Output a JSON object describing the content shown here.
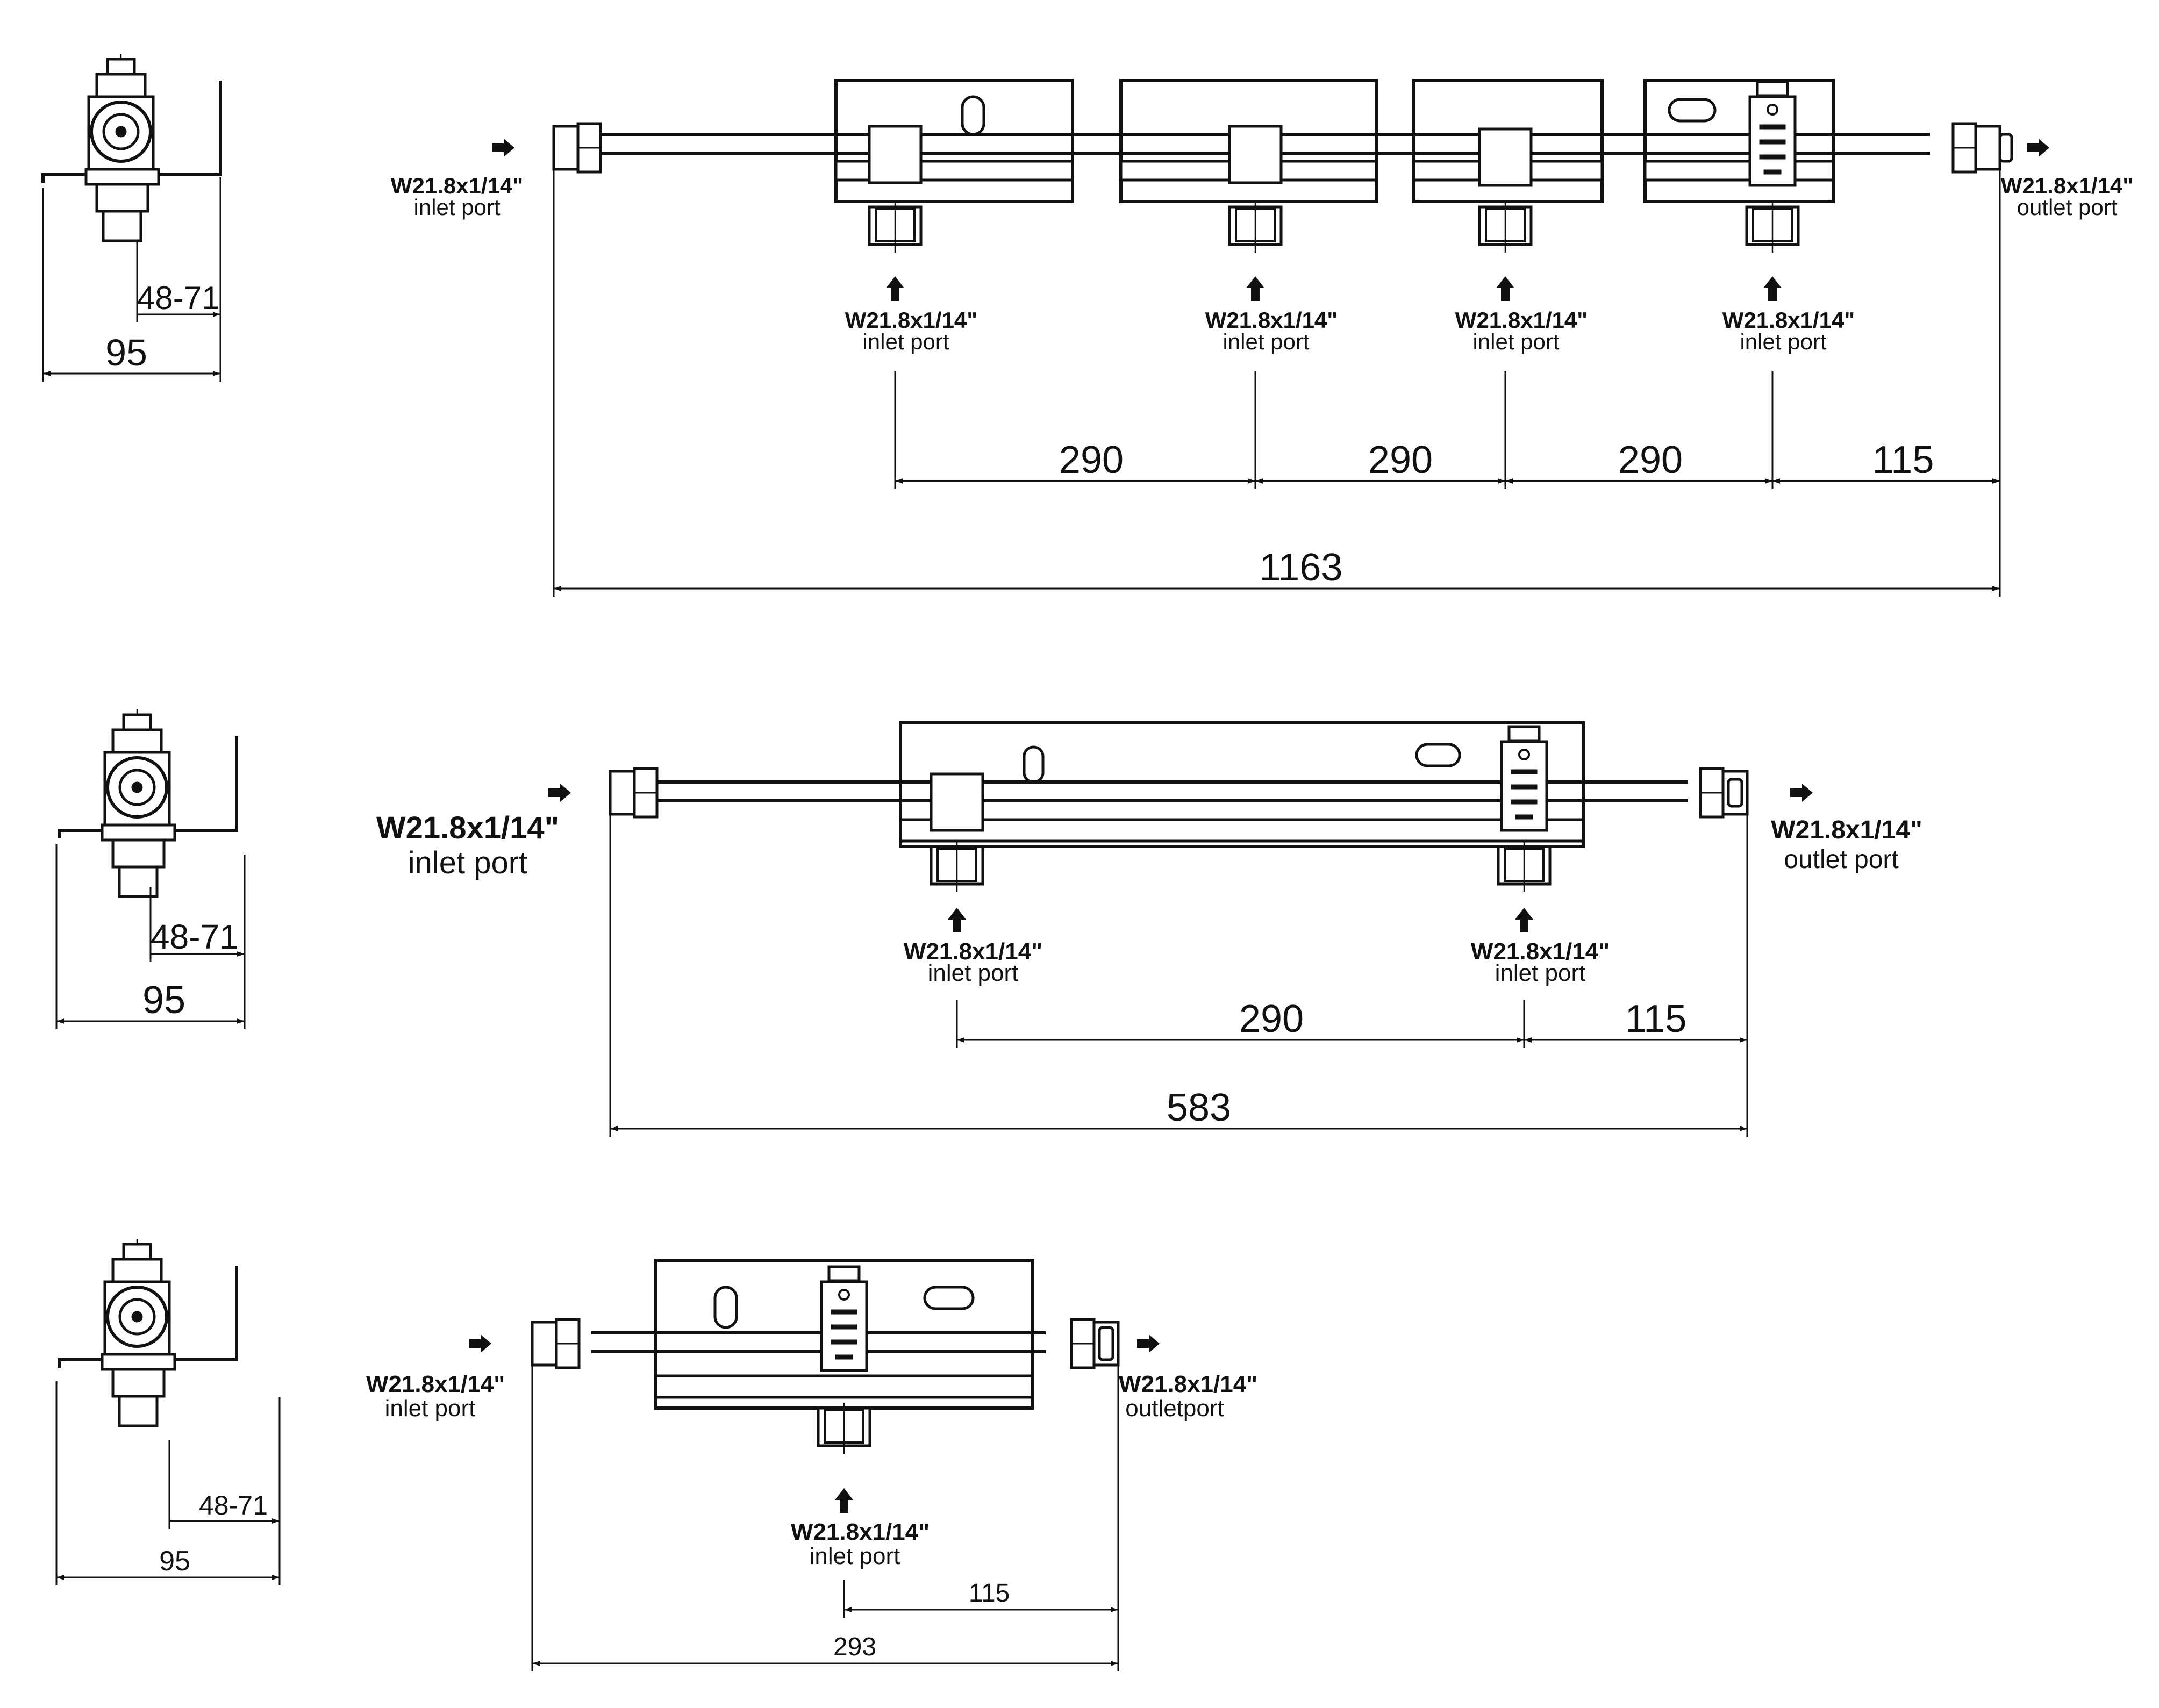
{
  "colors": {
    "line": "#111111",
    "background": "#ffffff"
  },
  "views": [
    {
      "id": "four_station",
      "side": {
        "width": "95",
        "range": "48-71"
      },
      "left_port": {
        "spec": "W21.8x1/14\"",
        "name": "inlet port"
      },
      "right_port": {
        "spec": "W21.8x1/14\"",
        "name": "outlet port"
      },
      "bottom_ports": [
        {
          "spec": "W21.8x1/14\"",
          "name": "inlet port"
        },
        {
          "spec": "W21.8x1/14\"",
          "name": "inlet port"
        },
        {
          "spec": "W21.8x1/14\"",
          "name": "inlet port"
        },
        {
          "spec": "W21.8x1/14\"",
          "name": "inlet port"
        }
      ],
      "spacings": [
        "290",
        "290",
        "290",
        "115"
      ],
      "overall": "1163"
    },
    {
      "id": "two_station",
      "side": {
        "width": "95",
        "range": "48-71"
      },
      "left_port": {
        "spec": "W21.8x1/14\"",
        "name": "inlet port"
      },
      "right_port": {
        "spec": "W21.8x1/14\"",
        "name": "outlet port"
      },
      "bottom_ports": [
        {
          "spec": "W21.8x1/14\"",
          "name": "inlet port"
        },
        {
          "spec": "W21.8x1/14\"",
          "name": "inlet port"
        }
      ],
      "spacings": [
        "290",
        "115"
      ],
      "overall": "583"
    },
    {
      "id": "one_station",
      "side": {
        "width": "95",
        "range": "48-71"
      },
      "left_port": {
        "spec": "W21.8x1/14\"",
        "name": "inlet port"
      },
      "right_port": {
        "spec": "W21.8x1/14\"",
        "name": "outletport"
      },
      "bottom_ports": [
        {
          "spec": "W21.8x1/14\"",
          "name": "inlet port"
        }
      ],
      "spacings": [
        "115"
      ],
      "overall": "293"
    }
  ]
}
